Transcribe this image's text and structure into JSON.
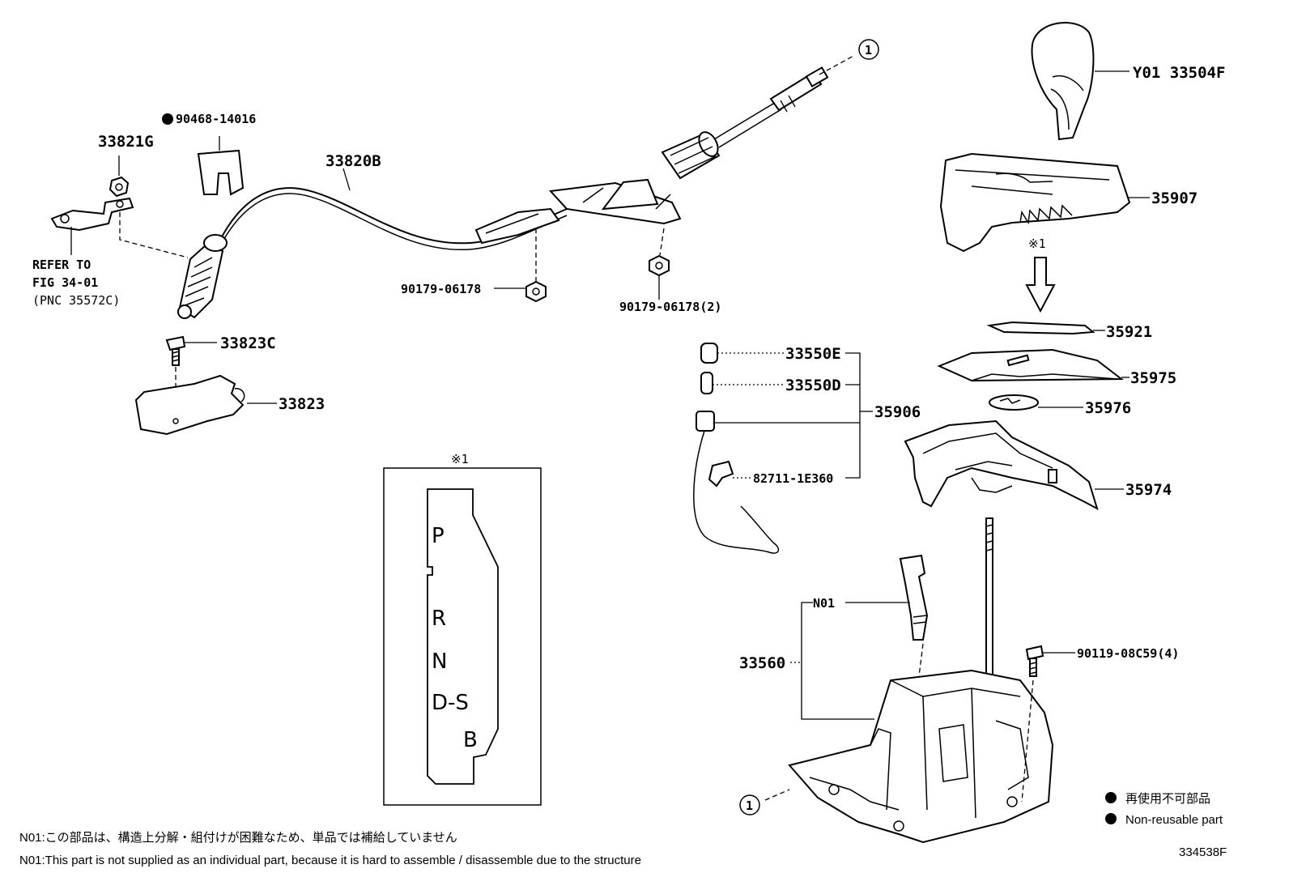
{
  "parts": {
    "p33821G": "33821G",
    "p90468": "90468-14016",
    "p33820B": "33820B",
    "circle1": "1",
    "pY01": "Y01 33504F",
    "p35907": "35907",
    "refer1": "REFER TO",
    "refer2": "FIG 34-01",
    "refer3": "(PNC 35572C)",
    "p90179a": "90179-06178",
    "p90179b": "90179-06178(2)",
    "p33823C": "33823C",
    "p33823": "33823",
    "kome1": "※1",
    "p35921": "35921",
    "p33550E": "33550E",
    "p33550D": "33550D",
    "p35975": "35975",
    "p35976": "35976",
    "p35906": "35906",
    "p82711": "82711-1E360",
    "p35974": "35974",
    "pN01": "N01",
    "p33560": "33560",
    "p90119": "90119-08C59(4)",
    "circle1b": "1"
  },
  "gate_box": {
    "title": "※1",
    "positions": [
      "P",
      "R",
      "N",
      "D-S",
      "B"
    ]
  },
  "legend": {
    "jp": "再使用不可部品",
    "en": "Non-reusable part"
  },
  "notes": {
    "jp": "N01:この部品は、構造上分解・組付けが困難なため、単品では補給していません",
    "en": "N01:This part is not supplied as an individual part, because it is hard to assemble / disassemble due to the structure"
  },
  "figure_id": "334538F"
}
